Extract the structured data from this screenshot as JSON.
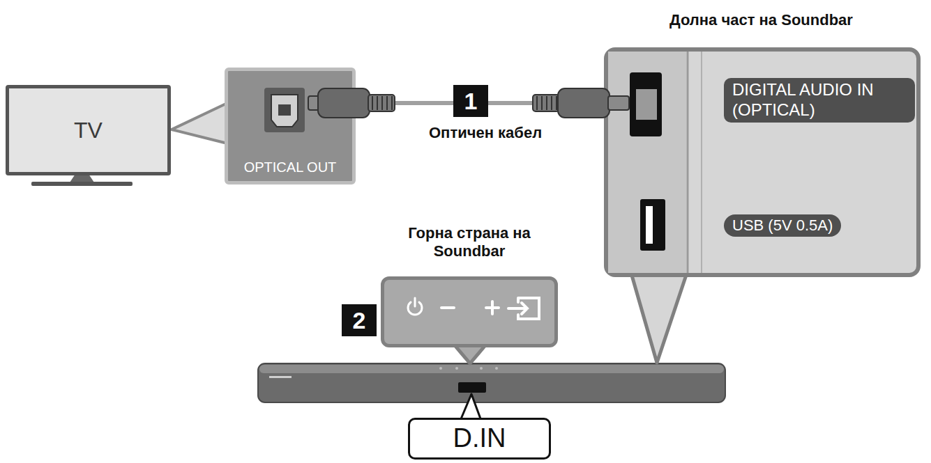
{
  "diagram": {
    "nodes": [
      {
        "text": [
          "TV"
        ]
      },
      {
        "text": [
          "OPTICAL OUT"
        ]
      },
      {
        "text": [
          "Долна част на Soundbar"
        ]
      },
      {
        "text": [
          "DIGITAL AUDIO IN (OPTICAL)"
        ],
        "in": 2
      },
      {
        "text": [
          "USB (5V 0.5A)"
        ],
        "in": 2
      },
      {
        "text": [
          "Горна страна на Soundbar"
        ]
      },
      {
        "text": [
          "D.IN"
        ]
      }
    ],
    "edges": [
      {
        "from": 1,
        "to": 2,
        "arrow": "none",
        "label": "Оптичен кабел"
      }
    ],
    "labels": [
      "1",
      "2"
    ]
  }
}
